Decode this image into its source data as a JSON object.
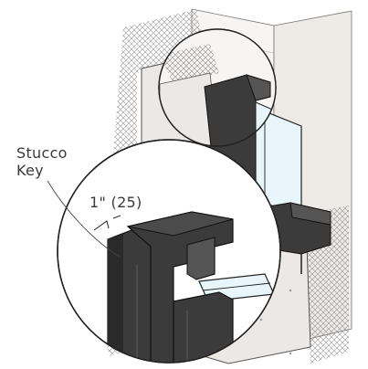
{
  "callouts": {
    "stucco_key_line1": "Stucco",
    "stucco_key_line2": "Key",
    "dimension": "1\" (25)"
  },
  "colors": {
    "frame_dark": "#3b3b3b",
    "frame_mid": "#555555",
    "stucco": "#ebe8e5",
    "substrate": "#f6f4f2",
    "mesh": "#8a8a8a",
    "glass": "#e8f6fc",
    "outline": "#111111"
  },
  "icons": [
    "window-frame-section",
    "stucco-mesh",
    "magnifier-circle"
  ]
}
